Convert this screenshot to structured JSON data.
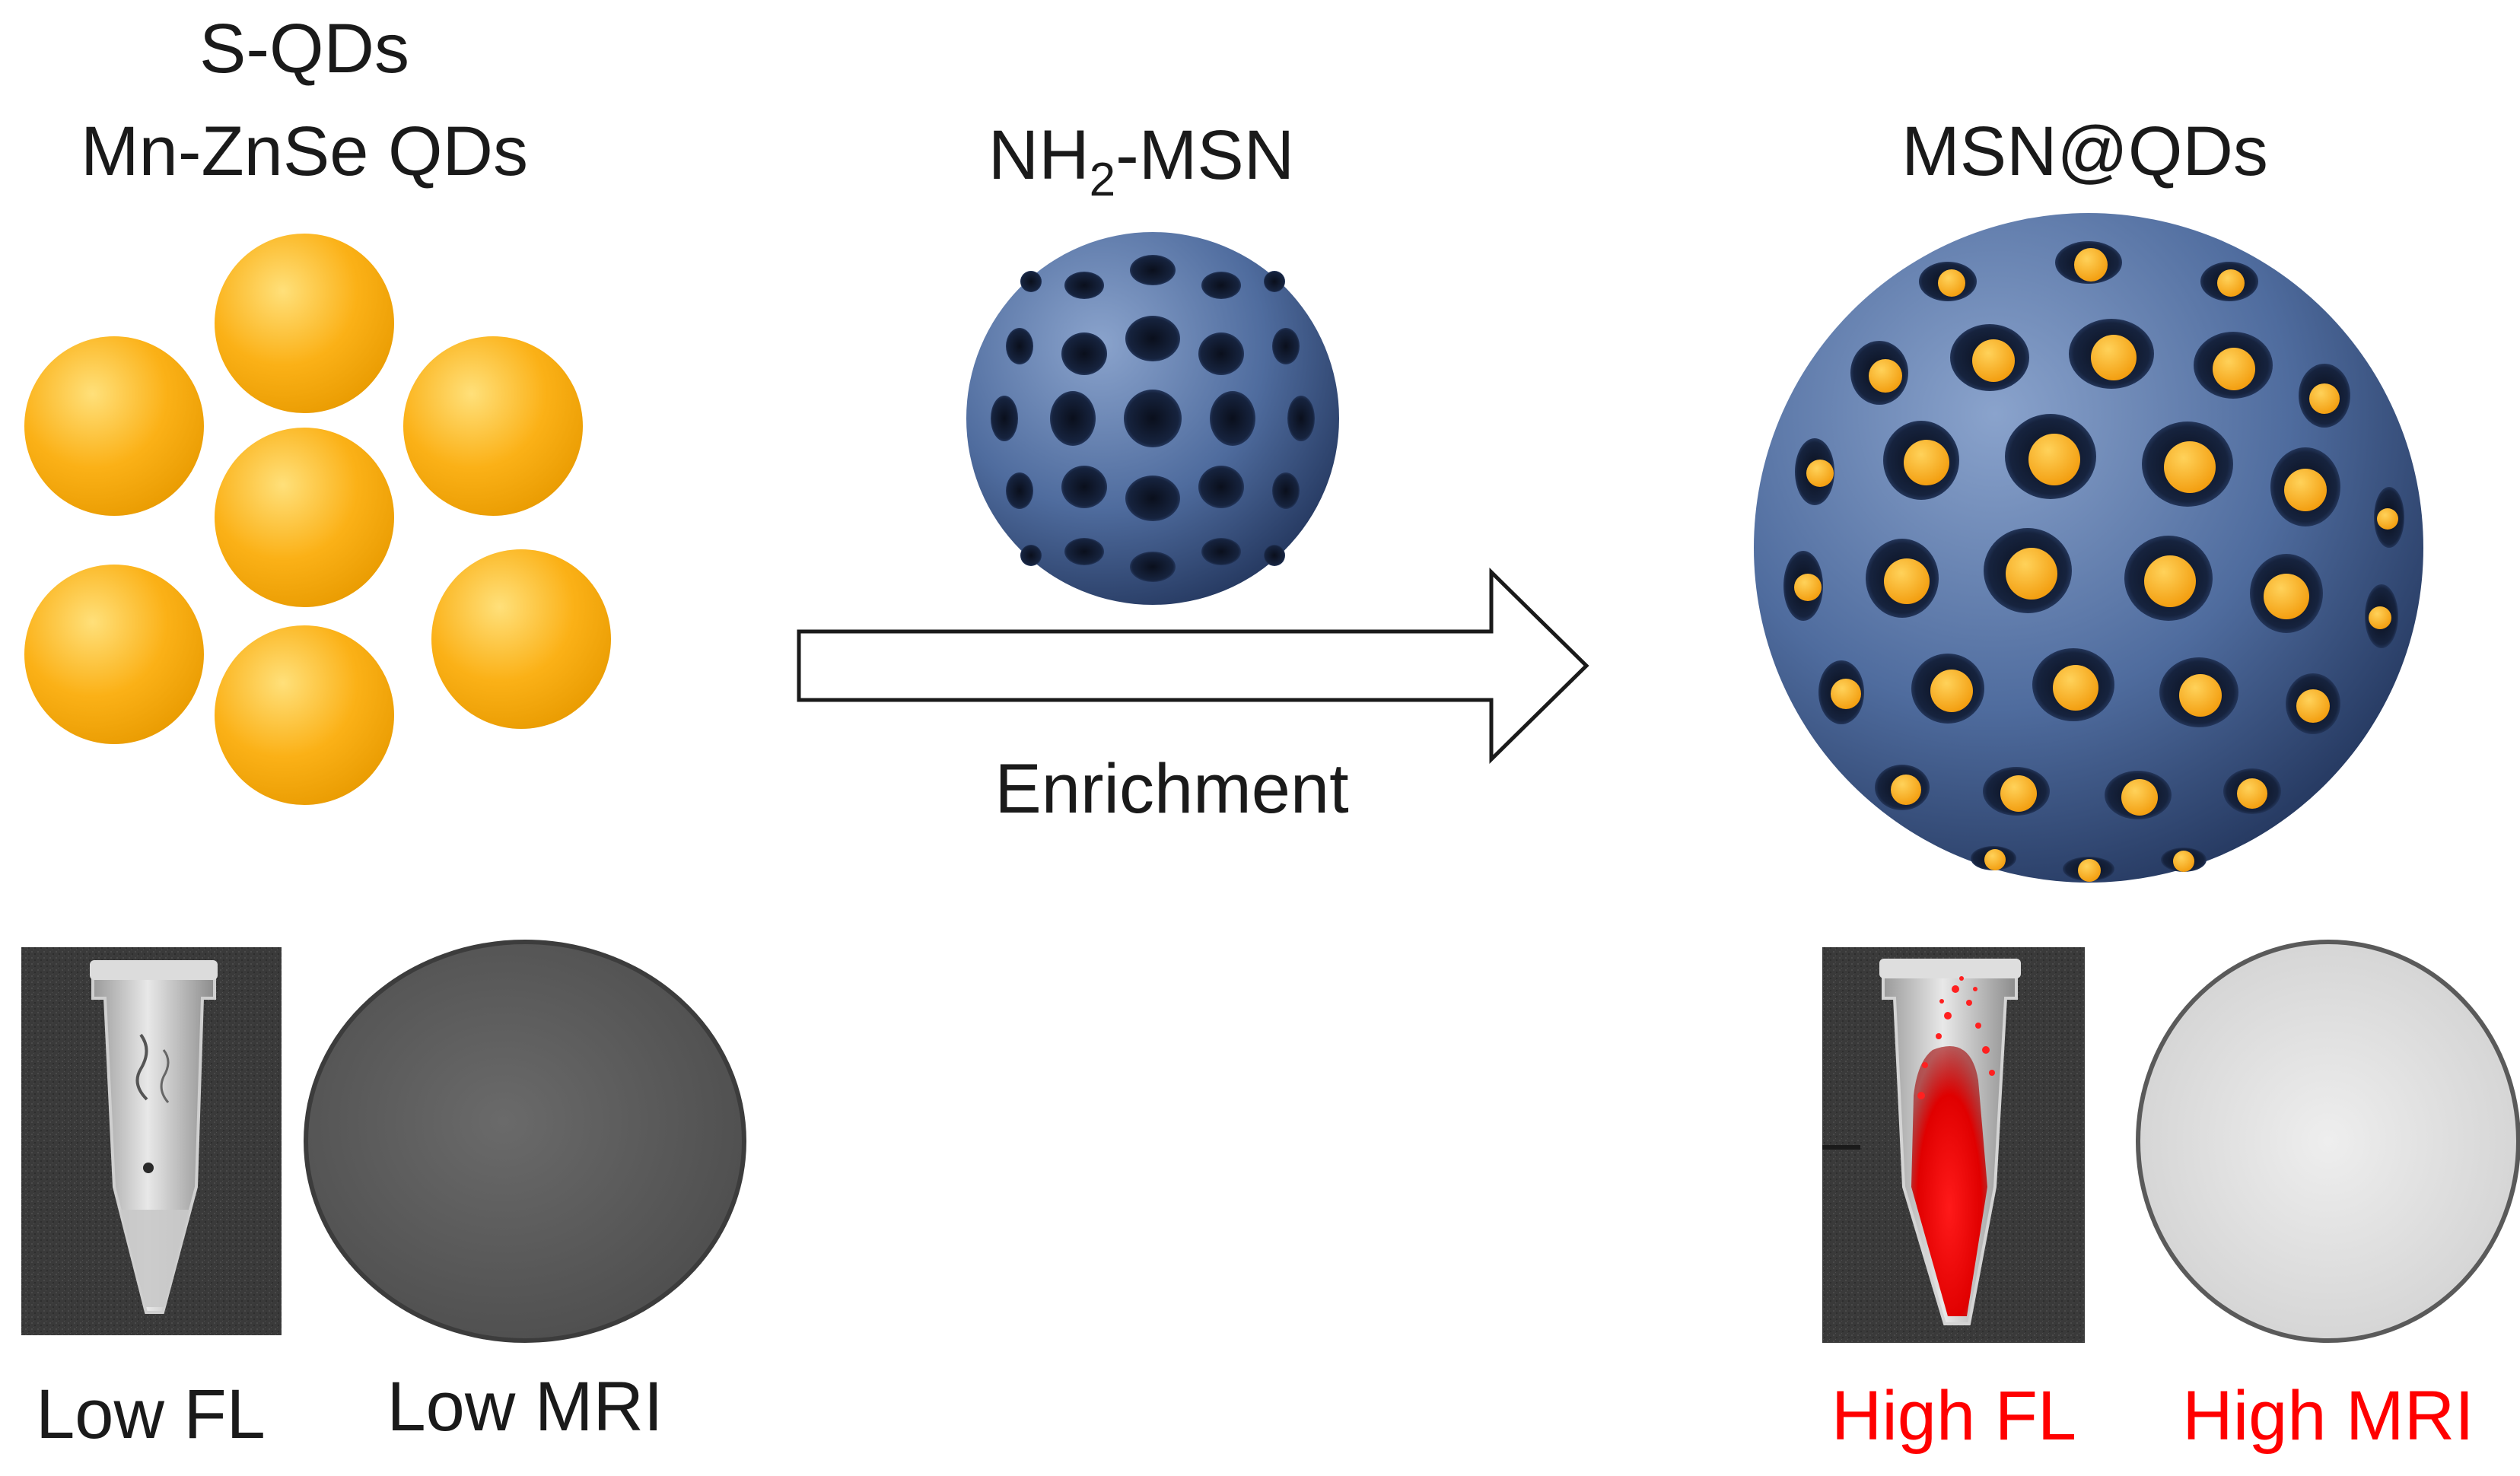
{
  "left": {
    "title_line1": "S-QDs",
    "title_line2": "Mn-ZnSe QDs",
    "caption_fl": "Low FL",
    "caption_mri": "Low MRI"
  },
  "middle": {
    "title_prefix": "NH",
    "title_subscript": "2",
    "title_suffix": "-MSN",
    "arrow_label": "Enrichment"
  },
  "right": {
    "title": "MSN@QDs",
    "caption_fl": "High FL",
    "caption_mri": "High MRI"
  },
  "colors": {
    "qd_yellow": "#fbb117",
    "msn_blue": "#4f6c9e",
    "high_signal_red": "#ff0000"
  }
}
